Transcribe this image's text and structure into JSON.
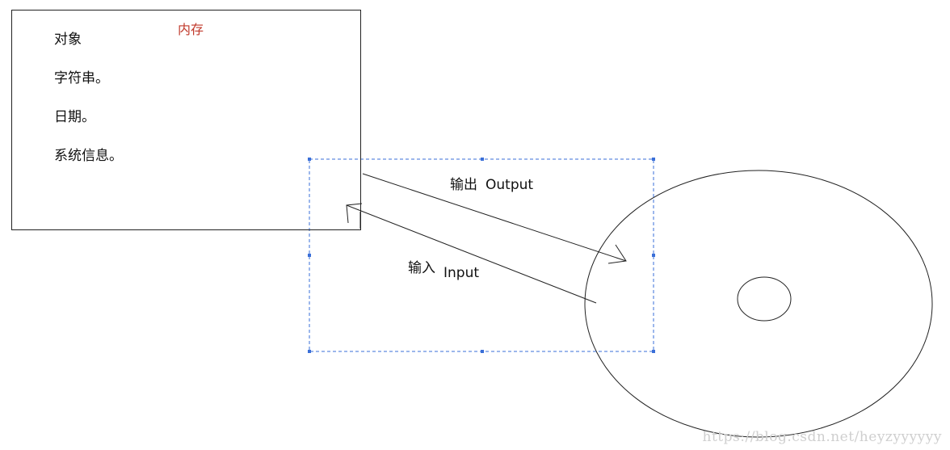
{
  "memory": {
    "title": "内存",
    "items": [
      "对象",
      "字符串。",
      "日期。",
      "系统信息。"
    ]
  },
  "output": {
    "cn": "输出",
    "en": "Output"
  },
  "input": {
    "cn": "输入",
    "en": "Input"
  },
  "watermark": "https://blog.csdn.net/heyzyyyyyy",
  "colors": {
    "memory_title": "#c0392b",
    "selection": "#3a6fd8",
    "stroke": "#222222"
  }
}
